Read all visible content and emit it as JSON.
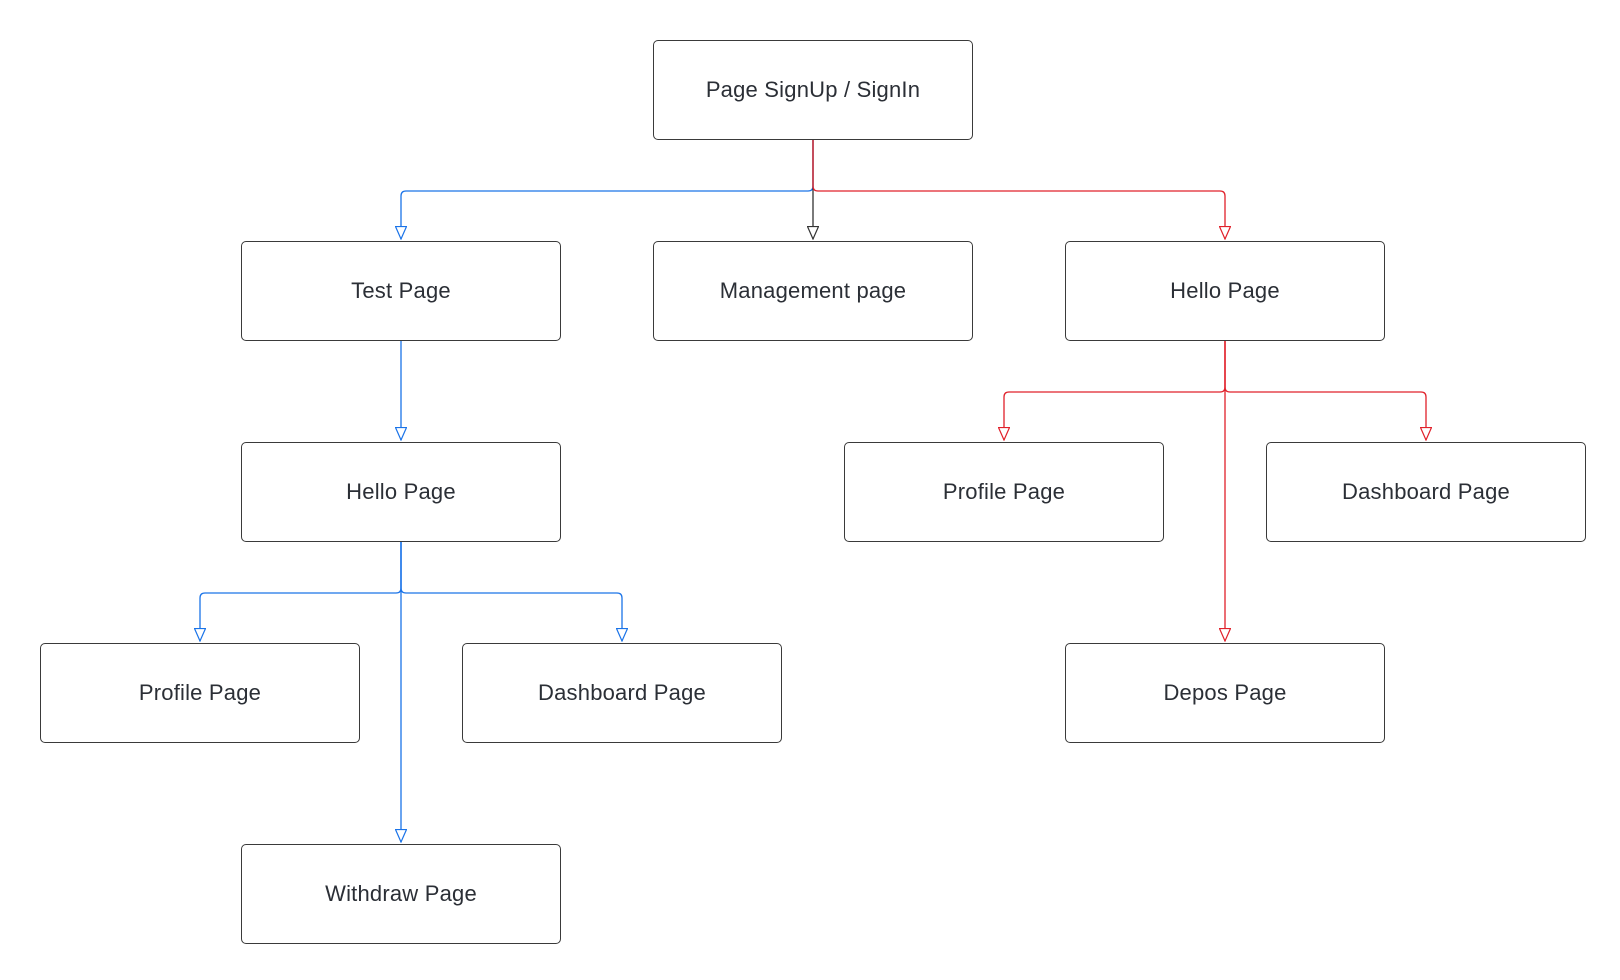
{
  "diagram": {
    "nodes": {
      "root": "Page SignUp / SignIn",
      "test": "Test Page",
      "management": "Management page",
      "hello_right": "Hello Page",
      "hello_left": "Hello Page",
      "profile_right": "Profile Page",
      "dashboard_right": "Dashboard Page",
      "profile_left": "Profile Page",
      "dashboard_left": "Dashboard Page",
      "depos": "Depos Page",
      "withdraw": "Withdraw Page"
    },
    "edges": [
      {
        "from": "root",
        "to": "test",
        "color": "#1a73e8"
      },
      {
        "from": "root",
        "to": "management",
        "color": "#333333"
      },
      {
        "from": "root",
        "to": "hello_right",
        "color": "#e0202a"
      },
      {
        "from": "test",
        "to": "hello_left",
        "color": "#1a73e8"
      },
      {
        "from": "hello_left",
        "to": "profile_left",
        "color": "#1a73e8"
      },
      {
        "from": "hello_left",
        "to": "dashboard_left",
        "color": "#1a73e8"
      },
      {
        "from": "hello_left",
        "to": "withdraw",
        "color": "#1a73e8"
      },
      {
        "from": "hello_right",
        "to": "profile_right",
        "color": "#e0202a"
      },
      {
        "from": "hello_right",
        "to": "dashboard_right",
        "color": "#e0202a"
      },
      {
        "from": "hello_right",
        "to": "depos",
        "color": "#e0202a"
      }
    ],
    "colors": {
      "blue_branch": "#1a73e8",
      "red_branch": "#e0202a",
      "neutral": "#333333",
      "node_border": "#3a3a3a",
      "node_text": "#2b2f36"
    }
  }
}
